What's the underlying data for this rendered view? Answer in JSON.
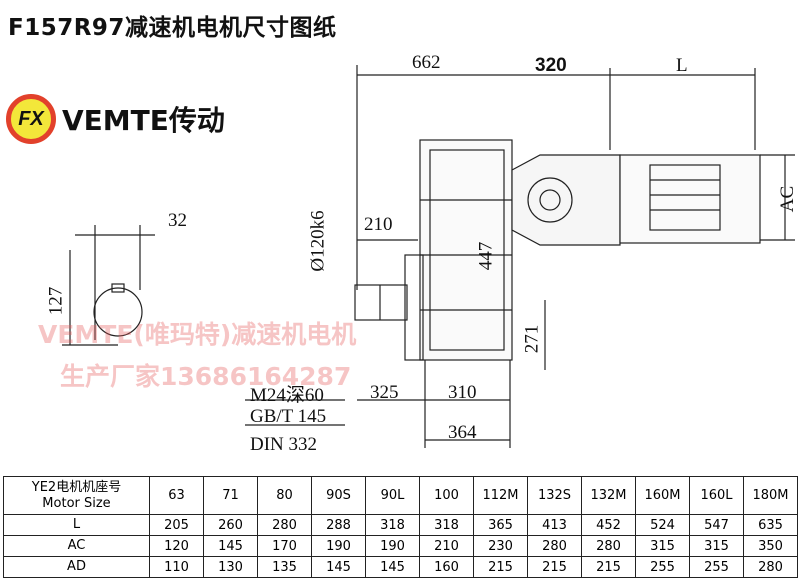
{
  "title": "F157R97减速机电机尺寸图纸",
  "logo": {
    "mark": "FX",
    "text": "VEMTE传动"
  },
  "dimensions": {
    "d662": "662",
    "d320": "320",
    "dL": "L",
    "dAC": "AC",
    "d32": "32",
    "d127": "127",
    "d120": "Ø120k6",
    "d210": "210",
    "d447": "447",
    "d271": "271",
    "d325": "325",
    "d310": "310",
    "d364": "364",
    "thread": "M24深60",
    "std1": "GB/T 145",
    "std2": "DIN 332"
  },
  "watermark": {
    "line1": "VEMTE(唯玛特)减速机电机",
    "line2": "生产厂家13686164287"
  },
  "table": {
    "header_cn": "YE2电机机座号",
    "header_en": "Motor Size",
    "sizes": [
      "63",
      "71",
      "80",
      "90S",
      "90L",
      "100",
      "112M",
      "132S",
      "132M",
      "160M",
      "160L",
      "180M"
    ],
    "rows": [
      {
        "label": "L",
        "values": [
          "205",
          "260",
          "280",
          "288",
          "318",
          "318",
          "365",
          "413",
          "452",
          "524",
          "547",
          "635"
        ]
      },
      {
        "label": "AC",
        "values": [
          "120",
          "145",
          "170",
          "190",
          "190",
          "210",
          "230",
          "280",
          "280",
          "315",
          "315",
          "350"
        ]
      },
      {
        "label": "AD",
        "values": [
          "110",
          "130",
          "135",
          "145",
          "145",
          "160",
          "215",
          "215",
          "215",
          "255",
          "255",
          "280"
        ]
      }
    ]
  }
}
